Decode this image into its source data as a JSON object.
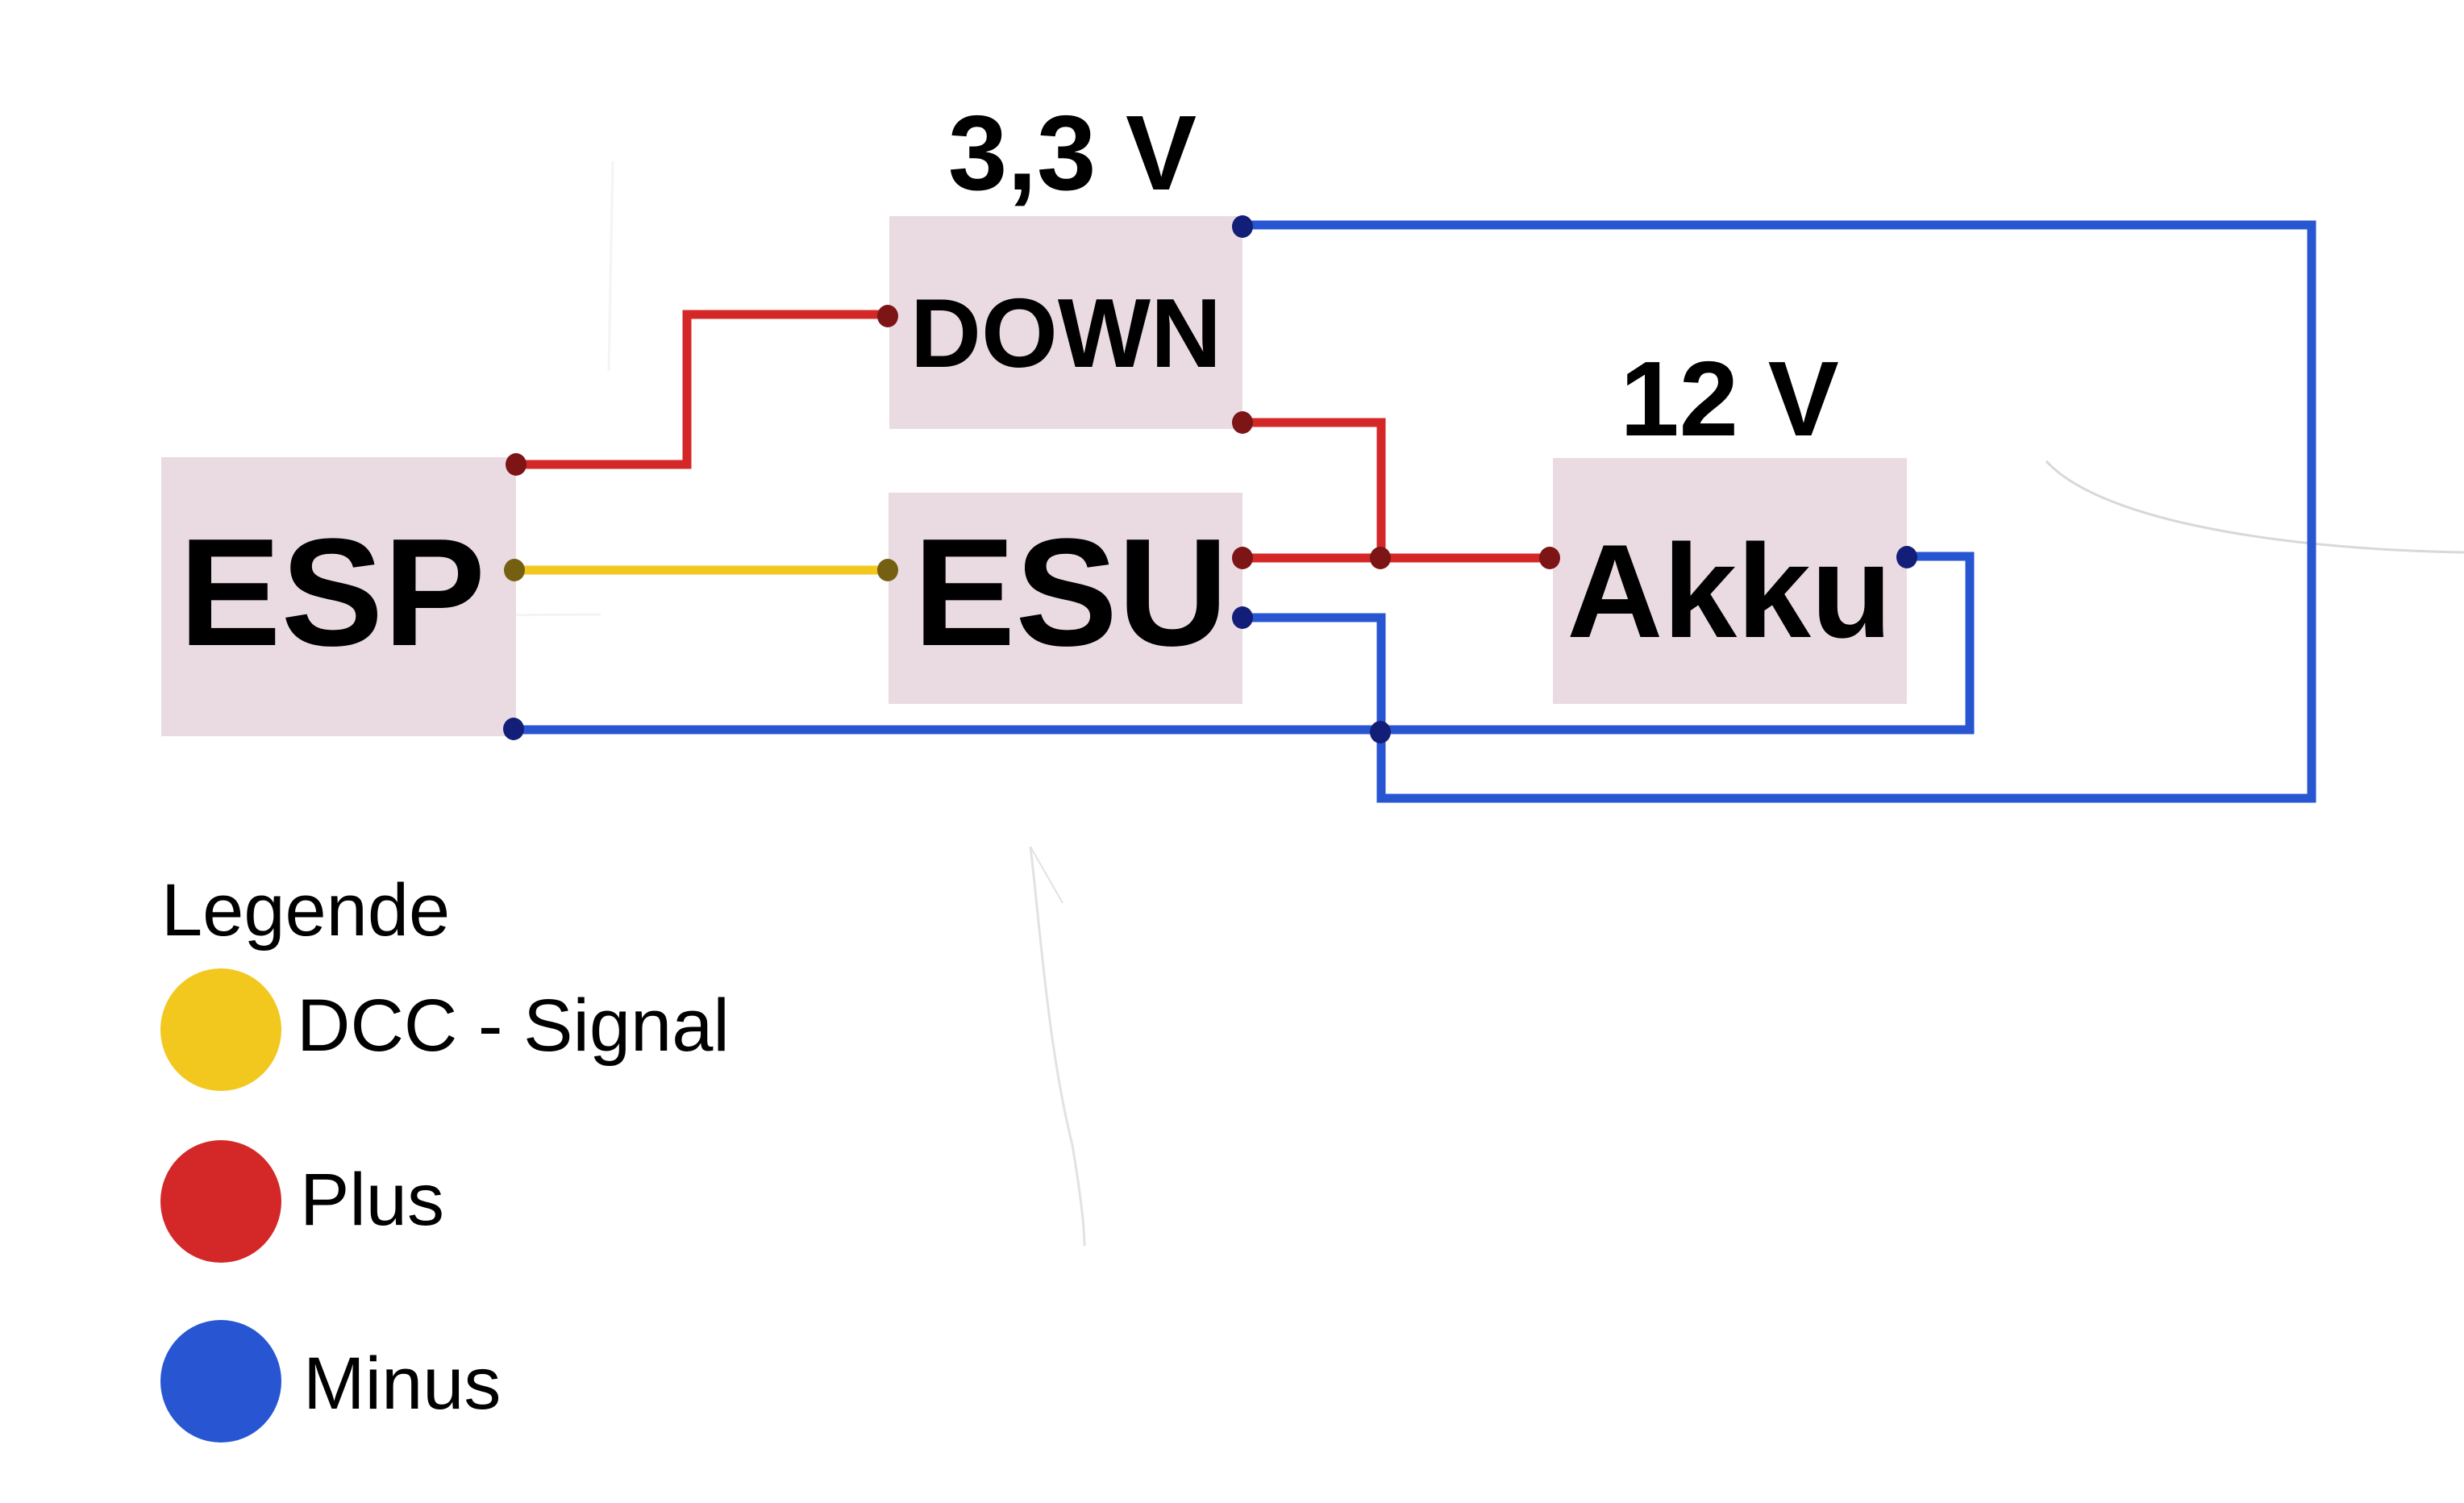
{
  "title": "Schaltplan",
  "colors": {
    "box_fill": "#eadbe2",
    "plus": "#d42828",
    "minus": "#2856d2",
    "signal": "#f2c81e",
    "plus_dot": "#7d1416",
    "minus_dot": "#131e78",
    "signal_dot": "#756012"
  },
  "components": {
    "esp": {
      "label": "ESP"
    },
    "down": {
      "label": "DOWN",
      "voltage": "3,3 V"
    },
    "esu": {
      "label": "ESU"
    },
    "akku": {
      "label": "Akku",
      "voltage": "12 V"
    }
  },
  "connections": [
    {
      "type": "plus",
      "from": "ESP",
      "to": "DOWN"
    },
    {
      "type": "signal",
      "from": "ESP",
      "to": "ESU"
    },
    {
      "type": "minus",
      "from": "ESP",
      "to": "Akku"
    },
    {
      "type": "plus",
      "from": "DOWN",
      "to": "Akku"
    },
    {
      "type": "plus",
      "from": "ESU",
      "to": "Akku"
    },
    {
      "type": "minus",
      "from": "ESU",
      "to": "Akku"
    },
    {
      "type": "minus",
      "from": "DOWN",
      "to": "Akku"
    }
  ],
  "legend": {
    "title": "Legende",
    "items": [
      {
        "key": "signal",
        "label": "DCC - Signal"
      },
      {
        "key": "plus",
        "label": "Plus"
      },
      {
        "key": "minus",
        "label": "Minus"
      }
    ]
  }
}
